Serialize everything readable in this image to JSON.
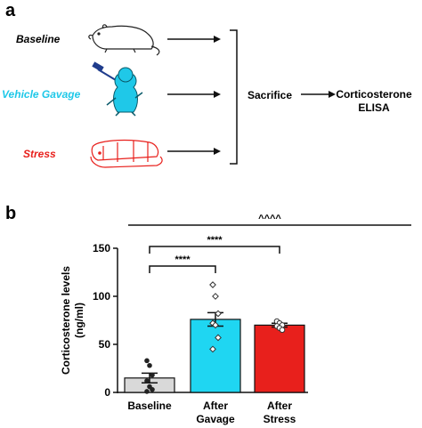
{
  "panel_a": {
    "label": "a",
    "groups": [
      {
        "name": "Baseline",
        "color": "#000000"
      },
      {
        "name": "Vehicle Gavage",
        "color": "#1fc8e8"
      },
      {
        "name": "Stress",
        "color": "#e8201c"
      }
    ],
    "step_label": "Sacrifice",
    "outcome_line1": "Corticosterone",
    "outcome_line2": "ELISA",
    "icons": [
      "rat-icon",
      "gavage-mouse-icon",
      "restraint-tube-rat-icon"
    ]
  },
  "panel_b": {
    "label": "b",
    "significance": [
      {
        "from": 0,
        "to": 2,
        "label": "^^^^"
      },
      {
        "from": 0,
        "to": 2,
        "label": "****"
      },
      {
        "from": 0,
        "to": 1,
        "label": "****"
      }
    ]
  },
  "chart_data": {
    "type": "bar",
    "categories": [
      "Baseline",
      "After Gavage",
      "After Stress"
    ],
    "category_lines": [
      [
        "Baseline"
      ],
      [
        "After",
        "Gavage"
      ],
      [
        "After",
        "Stress"
      ]
    ],
    "values": [
      15,
      76,
      70
    ],
    "sem": [
      5,
      7,
      2
    ],
    "bar_colors": [
      "#d9d9d9",
      "#1fd6f2",
      "#e8201c"
    ],
    "points": [
      [
        33,
        28,
        18,
        12,
        6,
        3,
        1
      ],
      [
        112,
        100,
        82,
        72,
        70,
        57,
        45
      ],
      [
        74,
        72,
        70,
        69,
        67,
        65
      ]
    ],
    "ylabel": "Corticosterone levels (ng/ml)",
    "ylabel_lines": [
      "Corticosterone levels",
      "(ng/ml)"
    ],
    "ylim": [
      0,
      150
    ],
    "yticks": [
      0,
      50,
      100,
      150
    ],
    "grid": false,
    "legend": "none"
  }
}
